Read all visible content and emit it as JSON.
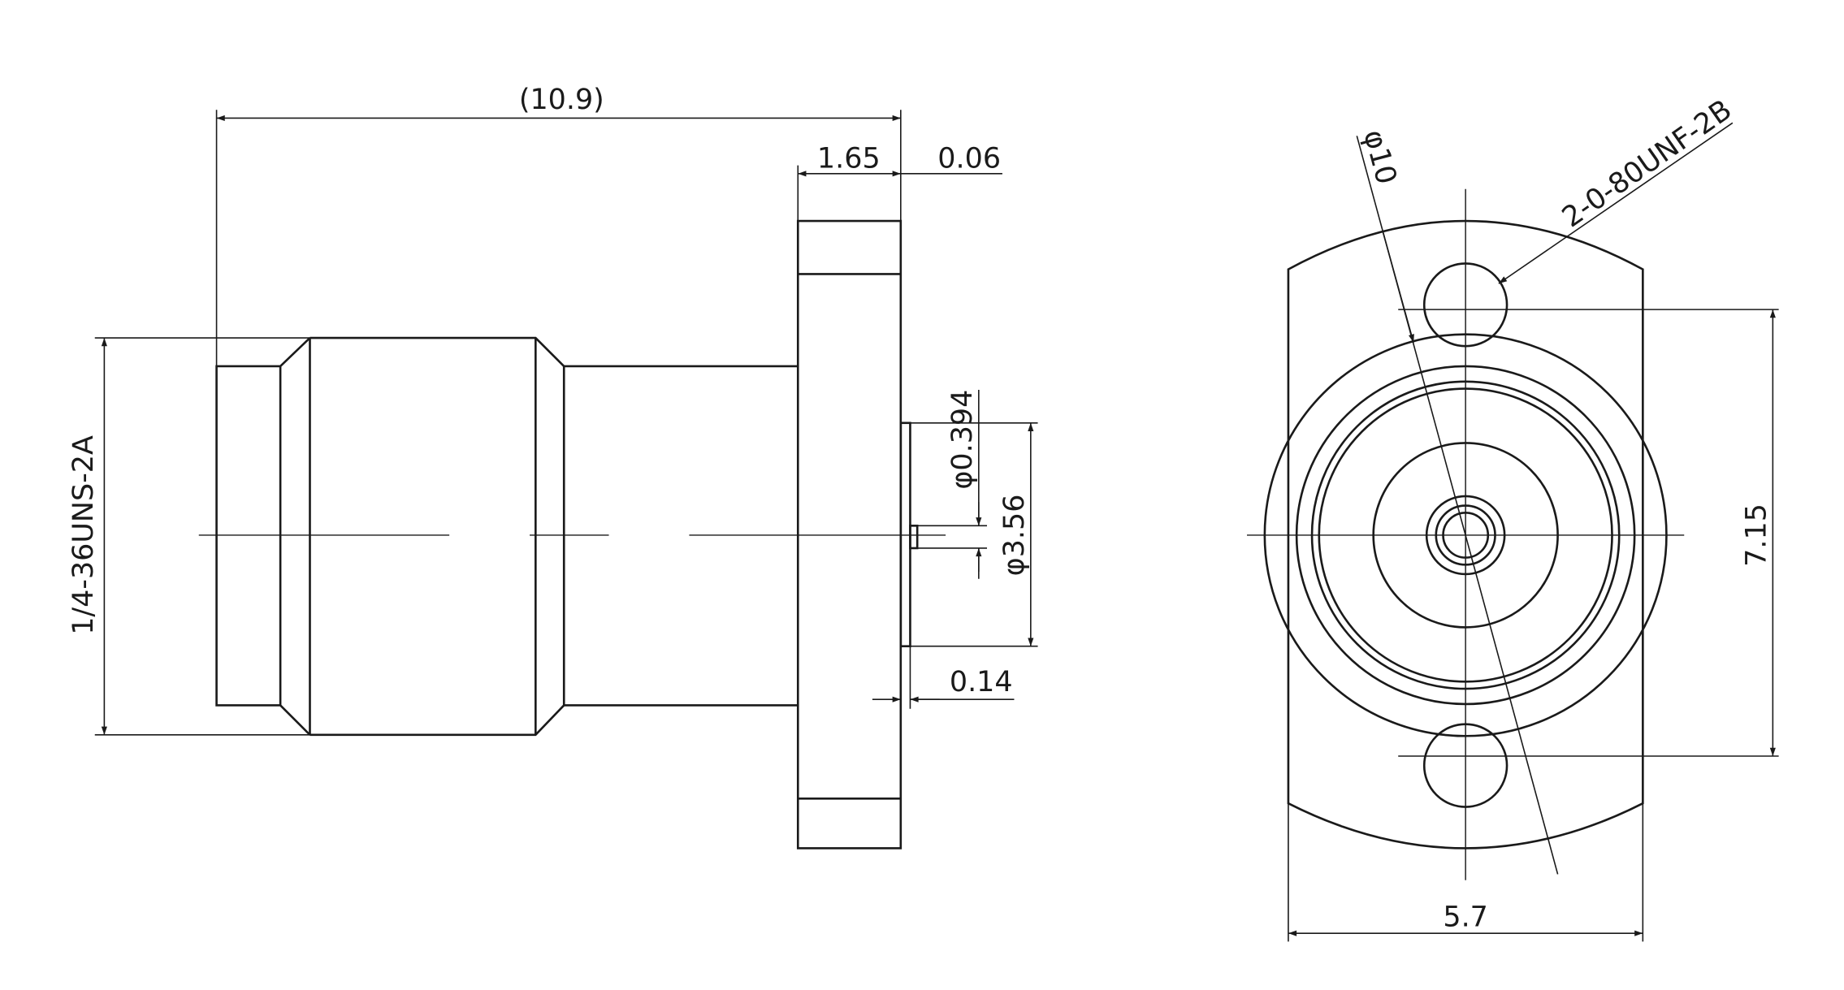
{
  "drawing": {
    "colors": {
      "line": "#1a1a1a",
      "background": "#ffffff"
    },
    "side_view": {
      "dimensions": {
        "overall_length": "(10.9)",
        "flange_thickness": "1.65",
        "pin_offset": "0.06",
        "thread": "1/4-36UNS-2A",
        "pin_diameter": "φ0.394",
        "dielectric_diameter": "φ3.56",
        "dielectric_protrusion": "0.14"
      }
    },
    "front_view": {
      "dimensions": {
        "flange_width": "5.7",
        "hole_spacing": "7.15",
        "bolt_circle": "φ10",
        "hole_thread": "2-0-80UNF-2B"
      }
    }
  }
}
